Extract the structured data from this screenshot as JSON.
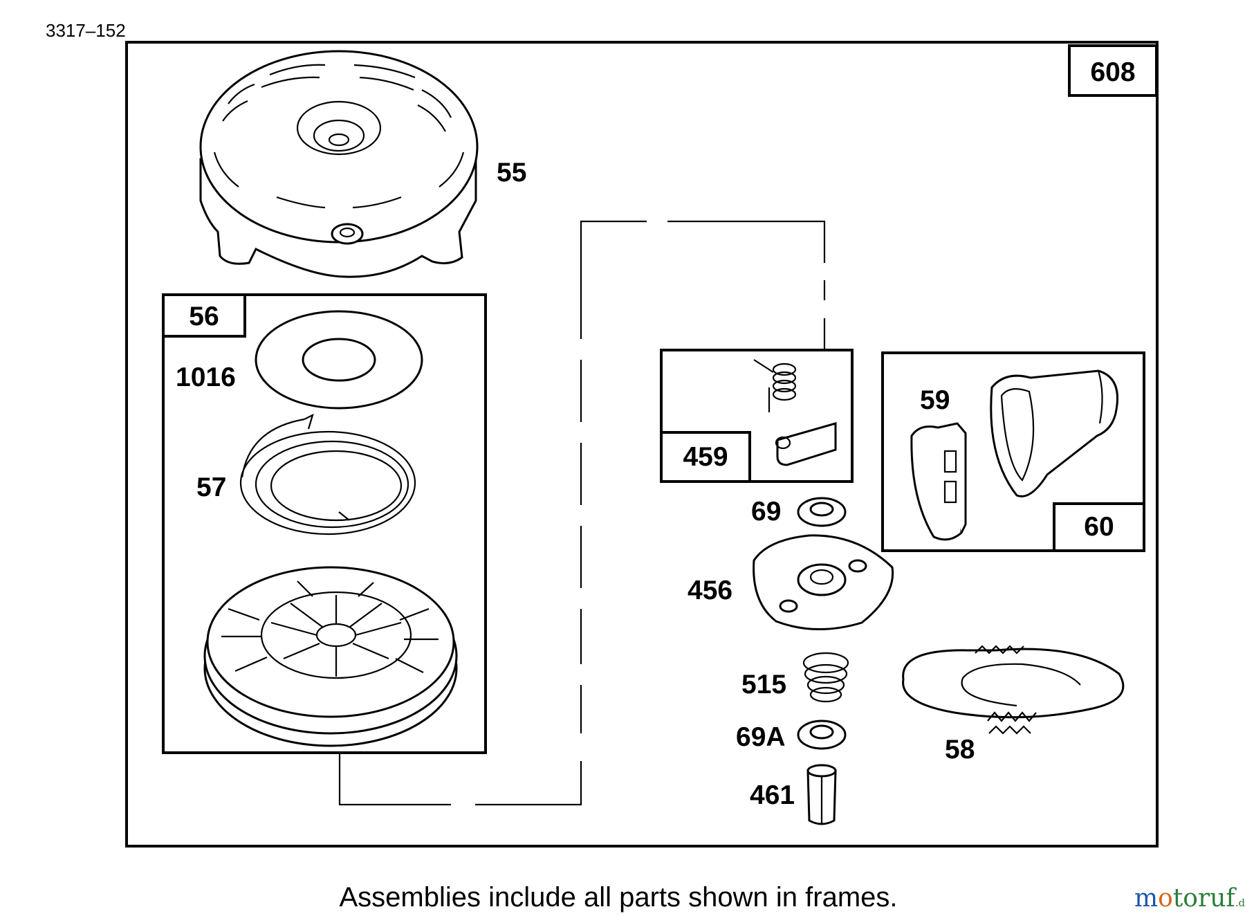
{
  "diagram": {
    "code": "3317–152",
    "caption": "Assemblies include all parts shown in frames.",
    "watermark": {
      "prefix": "motoruf",
      "suffix": ".de"
    },
    "frames": {
      "main": "608",
      "rewind_spring": "56",
      "pawl": "459",
      "handle": "60"
    },
    "parts": {
      "housing": "55",
      "washer_1016": "1016",
      "spring": "57",
      "handle_insert": "59",
      "washer_69": "69",
      "retainer": "456",
      "spring_515": "515",
      "washer_69a": "69A",
      "pin": "461",
      "rope": "58"
    },
    "colors": {
      "ink": "#000000",
      "watermark_m": "#1f56a6",
      "watermark_o": "#d8651c",
      "watermark_rest": "#2e7d3a"
    }
  }
}
